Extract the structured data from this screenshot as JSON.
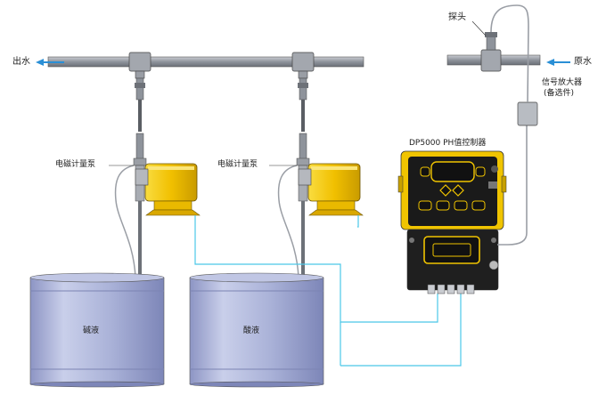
{
  "labels": {
    "outlet": "出水",
    "inlet": "原水",
    "probe": "探头",
    "amplifier": "信号放大器",
    "amplifier_optional": "(备选件)",
    "pump_left": "电磁计量泵",
    "pump_right": "电磁计量泵",
    "controller": "DP5000  PH值控制器",
    "tank_left": "碱液",
    "tank_right": "酸液"
  },
  "colors": {
    "pipe": "#8c9098",
    "pump_yellow": "#f3c400",
    "controller_black": "#1a1a1a",
    "wire_cyan": "#4bc8e8",
    "tank_blue": "#a6aed6",
    "arrow_blue": "#2a8fd6"
  }
}
